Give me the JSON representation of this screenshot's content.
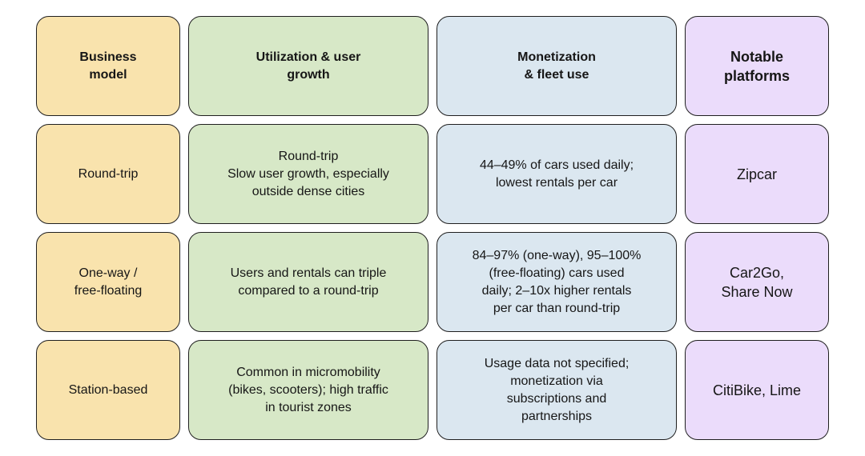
{
  "columns": [
    "Business\nmodel",
    "Utilization & user\ngrowth",
    "Monetization\n& fleet use",
    "Notable\nplatforms"
  ],
  "rows": [
    [
      "Round-trip",
      "Round-trip\nSlow user growth, especially\noutside dense cities",
      "44–49% of cars used daily;\nlowest rentals per car",
      "Zipcar"
    ],
    [
      "One-way /\nfree-floating",
      "Users and rentals can triple\ncompared to a round-trip",
      "84–97% (one-way), 95–100%\n(free-floating) cars used\ndaily; 2–10x higher rentals\nper car than round-trip",
      "Car2Go,\nShare Now"
    ],
    [
      "Station-based",
      "Common in micromobility\n(bikes, scooters); high traffic\nin tourist zones",
      "Usage data not specified;\nmonetization via\nsubscriptions and\npartnerships",
      "CitiBike, Lime"
    ]
  ],
  "colors": {
    "model": "#f9e3ad",
    "growth": "#d7e8c7",
    "monetization": "#dbe7f0",
    "platforms": "#ebdcfb",
    "border": "#1f1f1f"
  }
}
